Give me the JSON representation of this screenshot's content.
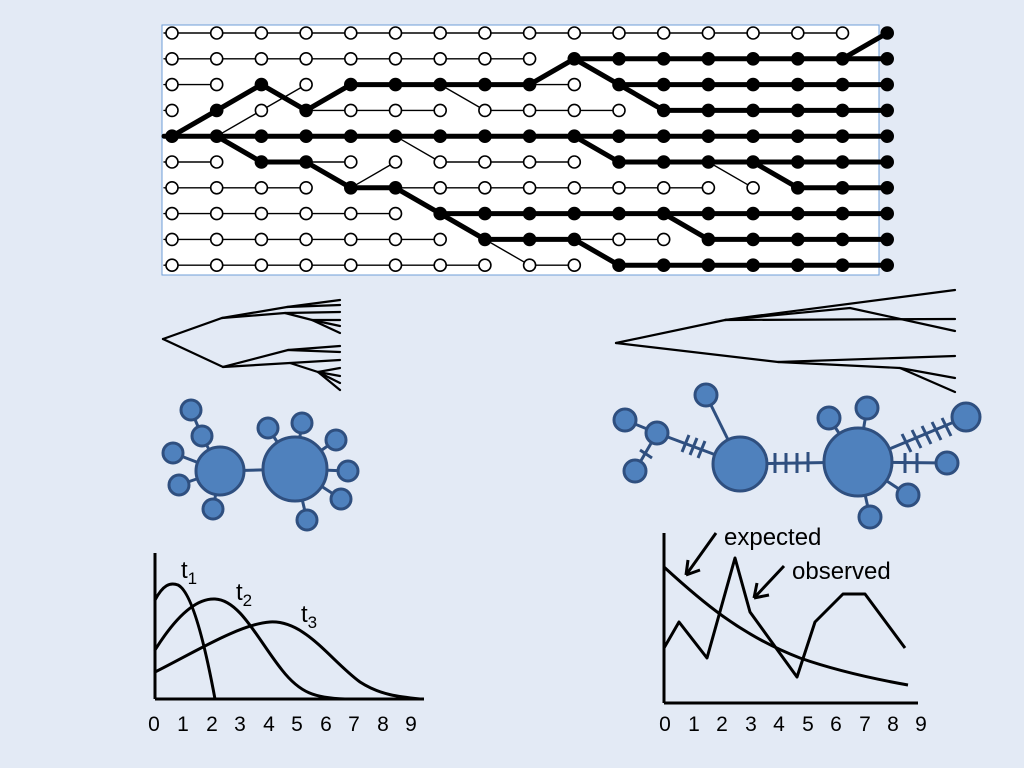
{
  "colors": {
    "background": "#e3eaf5",
    "line": "#000000",
    "node_fill": "#4f81bd",
    "node_stroke": "#2f4f7f",
    "panel_fill": "#ffffff",
    "panel_border": "#6f9fd8"
  },
  "lineage_grid": {
    "rows": 10,
    "generations": 17
  },
  "left_column": {
    "curves": [
      {
        "label": "t",
        "subscript": "1"
      },
      {
        "label": "t",
        "subscript": "2"
      },
      {
        "label": "t",
        "subscript": "3"
      }
    ],
    "x_ticks": [
      "0",
      "1",
      "2",
      "3",
      "4",
      "5",
      "6",
      "7",
      "8",
      "9"
    ]
  },
  "right_column": {
    "expected_label": "expected",
    "observed_label": "observed",
    "x_ticks": [
      "0",
      "1",
      "2",
      "3",
      "4",
      "5",
      "6",
      "7",
      "8",
      "9"
    ]
  }
}
